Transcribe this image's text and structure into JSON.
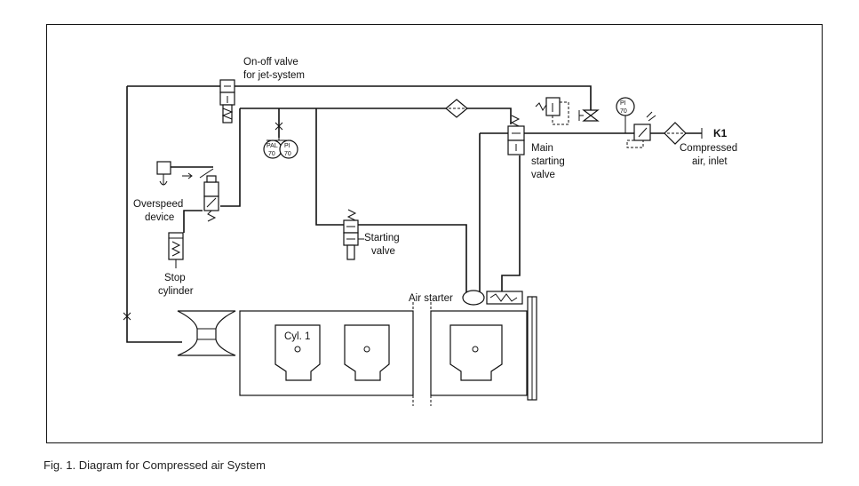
{
  "diagram": {
    "labels": {
      "on_off_valve": [
        "On-off valve",
        "for jet-system"
      ],
      "overspeed_device": [
        "Overspeed",
        "device"
      ],
      "stop_cylinder": [
        "Stop",
        "cylinder"
      ],
      "starting_valve": [
        "Starting",
        "valve"
      ],
      "main_starting_valve": [
        "Main",
        "starting",
        "valve"
      ],
      "compressed_air_inlet": [
        "Compressed",
        "air, inlet"
      ],
      "k1": "K1",
      "air_starter": "Air starter",
      "cylinder_1": "Cyl. 1",
      "gauge_pal": [
        "PAL",
        "70"
      ],
      "gauge_pi_left": [
        "PI",
        "70"
      ],
      "gauge_pi_right": [
        "PI",
        "70"
      ]
    }
  },
  "caption": "Fig. 1. Diagram for Compressed air System"
}
